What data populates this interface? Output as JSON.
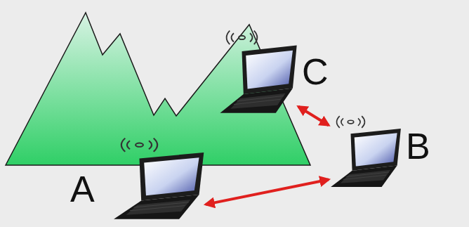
{
  "diagram": {
    "nodes": [
      {
        "text": [
          "C"
        ]
      },
      {
        "text": [
          "B"
        ]
      },
      {
        "text": [
          "A"
        ]
      }
    ],
    "edges": [
      {
        "from": 0,
        "to": 1,
        "arrow": "both"
      },
      {
        "from": 2,
        "to": 1,
        "arrow": "both"
      }
    ]
  }
}
